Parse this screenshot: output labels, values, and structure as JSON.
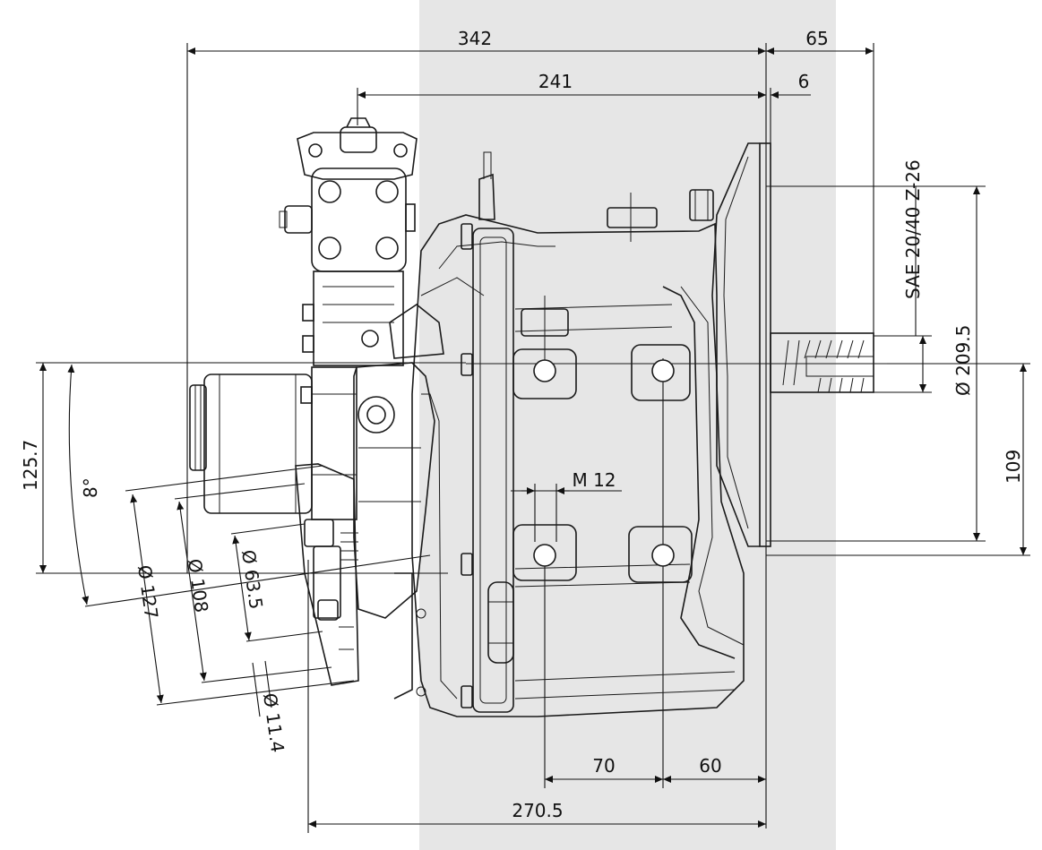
{
  "colors": {
    "background": "#ffffff",
    "band": "#e6e6e6",
    "line": "#1a1a1a"
  },
  "dimensions": {
    "overall_length": "342",
    "shaft_extension": "65",
    "pump_to_flange": "241",
    "flange_thickness": "6",
    "spline_spec": "SAE  20/40  Z-26",
    "flange_diameter": "Ø 209.5",
    "shaft_offset": "109",
    "input_height": "125.7",
    "angle": "8°",
    "bell_outer_diameter": "Ø 127",
    "bell_pcd": "Ø 108",
    "pilot_diameter": "Ø 63.5",
    "hole_diameter": "Ø 11.4",
    "thread": "M 12",
    "mount_spacing_a": "70",
    "mount_spacing_b": "60",
    "body_length": "270.5"
  }
}
